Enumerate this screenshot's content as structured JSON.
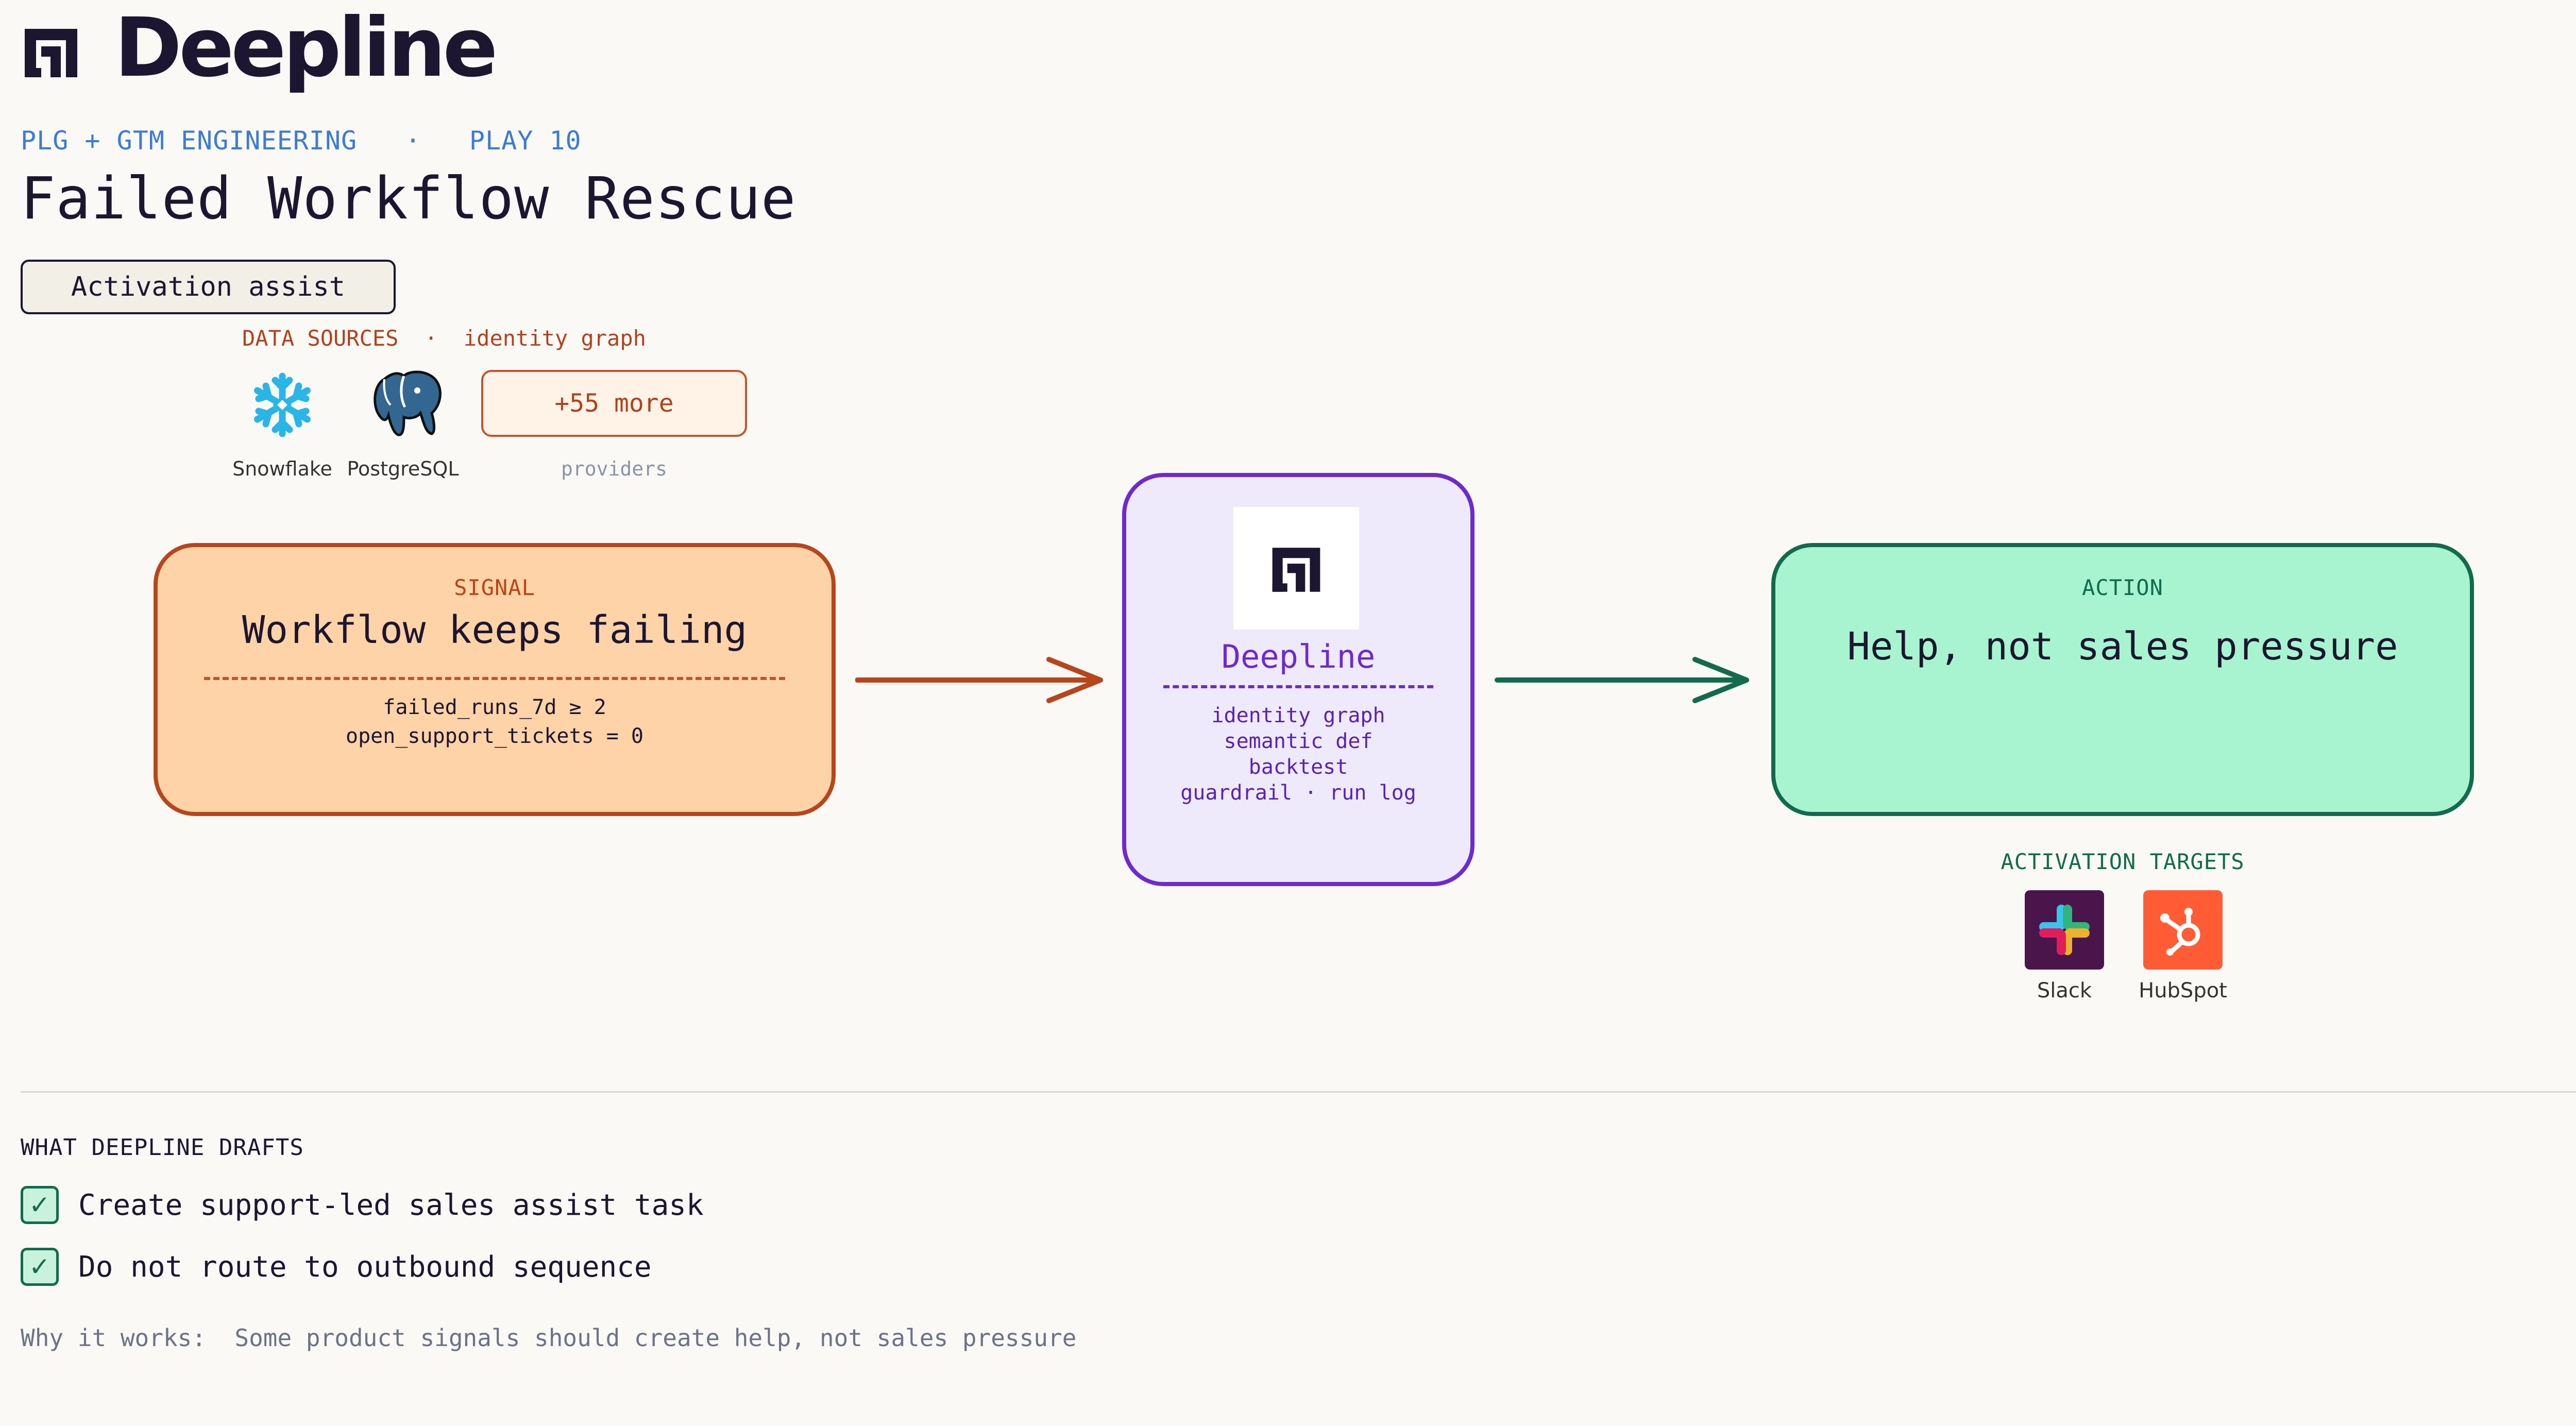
{
  "brand": {
    "name": "Deepline"
  },
  "header": {
    "kicker_category": "PLG + GTM ENGINEERING",
    "kicker_separator": "·",
    "kicker_play": "PLAY 10",
    "title": "Failed Workflow Rescue",
    "badge": "Activation assist"
  },
  "data_sources": {
    "label": "DATA SOURCES",
    "separator": "·",
    "label_accent": "identity graph",
    "providers": [
      {
        "name": "Snowflake",
        "icon": "snowflake-icon"
      },
      {
        "name": "PostgreSQL",
        "icon": "postgresql-elephant-icon"
      }
    ],
    "more": "+55 more",
    "more_caption": "providers"
  },
  "signal": {
    "kicker": "SIGNAL",
    "title": "Workflow keeps failing",
    "conditions": [
      "failed_runs_7d ≥ 2",
      "open_support_tickets = 0"
    ]
  },
  "engine": {
    "name": "Deepline",
    "steps": [
      "identity graph",
      "semantic def",
      "backtest",
      "guardrail · run log"
    ]
  },
  "action": {
    "kicker": "ACTION",
    "title": "Help, not sales pressure"
  },
  "activation_targets": {
    "label": "ACTIVATION TARGETS",
    "targets": [
      {
        "name": "Slack",
        "icon": "slack-icon",
        "color": "#4a154b"
      },
      {
        "name": "HubSpot",
        "icon": "hubspot-icon",
        "color": "#ff5c35"
      }
    ]
  },
  "drafts": {
    "label": "WHAT DEEPLINE DRAFTS",
    "items": [
      "Create support-led sales assist task",
      "Do not route to outbound sequence"
    ]
  },
  "footer": {
    "why_label": "Why it works:",
    "why_text": "Some product signals should create help, not sales pressure"
  },
  "colors": {
    "signal": "#b8451b",
    "signal_fill": "#fed3a7",
    "engine": "#6d2ad0",
    "engine_fill": "#eeeafc",
    "action": "#126b4c",
    "action_fill": "#a8f4d0",
    "kicker": "#3d7ad6"
  }
}
